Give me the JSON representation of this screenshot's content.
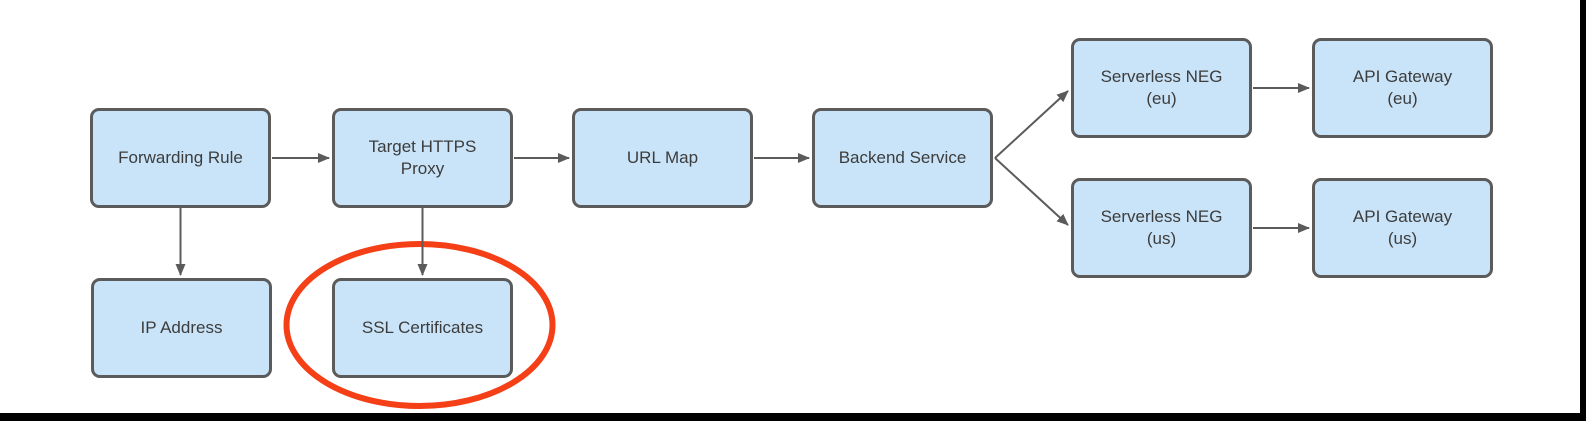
{
  "diagram": {
    "colors": {
      "node_fill": "#C9E4F8",
      "node_border": "#5B5B5B",
      "arrow": "#5B5B5B",
      "text": "#3C3C3C",
      "highlight_ellipse": "#F43F17",
      "window_edge_bar": "#000000"
    },
    "nodes": [
      {
        "id": "forwarding-rule",
        "label": "Forwarding Rule"
      },
      {
        "id": "target-https-proxy",
        "label": [
          "Target HTTPS",
          "Proxy"
        ]
      },
      {
        "id": "url-map",
        "label": "URL Map"
      },
      {
        "id": "backend-service",
        "label": "Backend Service"
      },
      {
        "id": "serverless-neg-eu",
        "label": [
          "Serverless NEG",
          "(eu)"
        ]
      },
      {
        "id": "api-gateway-eu",
        "label": [
          "API Gateway",
          "(eu)"
        ]
      },
      {
        "id": "serverless-neg-us",
        "label": [
          "Serverless NEG",
          "(us)"
        ]
      },
      {
        "id": "api-gateway-us",
        "label": [
          "API Gateway",
          "(us)"
        ]
      },
      {
        "id": "ip-address",
        "label": "IP Address"
      },
      {
        "id": "ssl-certificates",
        "label": "SSL Certificates"
      }
    ],
    "edges": [
      {
        "from": "forwarding-rule",
        "to": "target-https-proxy"
      },
      {
        "from": "target-https-proxy",
        "to": "url-map"
      },
      {
        "from": "url-map",
        "to": "backend-service"
      },
      {
        "from": "backend-service",
        "to": "serverless-neg-eu"
      },
      {
        "from": "backend-service",
        "to": "serverless-neg-us"
      },
      {
        "from": "serverless-neg-eu",
        "to": "api-gateway-eu"
      },
      {
        "from": "serverless-neg-us",
        "to": "api-gateway-us"
      },
      {
        "from": "forwarding-rule",
        "to": "ip-address"
      },
      {
        "from": "target-https-proxy",
        "to": "ssl-certificates"
      }
    ],
    "annotations": [
      {
        "type": "ellipse-highlight",
        "target": "ssl-certificates",
        "color": "#F43F17"
      }
    ]
  }
}
